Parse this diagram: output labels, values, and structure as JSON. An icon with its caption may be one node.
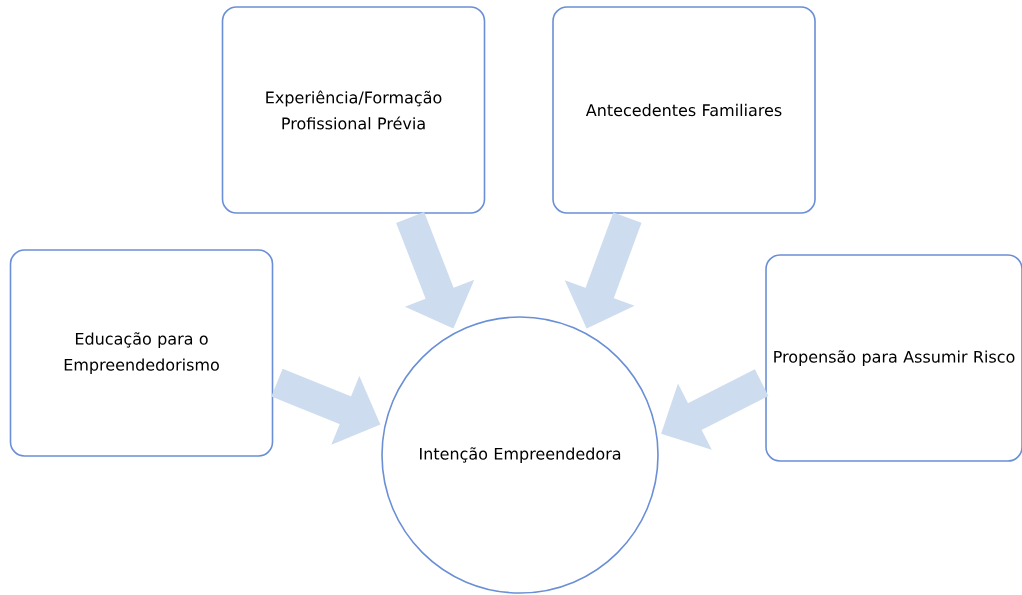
{
  "diagram": {
    "nodes": [
      {
        "text": [
          "Experiência/Formação Profissional Prévia"
        ]
      },
      {
        "text": [
          "Antecedentes Familiares"
        ]
      },
      {
        "text": [
          "Educação para o Empreendedorismo"
        ]
      },
      {
        "text": [
          "Intenção Empreendedora"
        ]
      },
      {
        "text": [
          "Propensão para Assumir Risco"
        ]
      }
    ],
    "edges": [
      {
        "from": 0,
        "to": 3,
        "arrow": "to"
      },
      {
        "from": 1,
        "to": 3,
        "arrow": "to"
      },
      {
        "from": 2,
        "to": 3,
        "arrow": "to"
      },
      {
        "from": 4,
        "to": 3,
        "arrow": "to"
      }
    ]
  }
}
